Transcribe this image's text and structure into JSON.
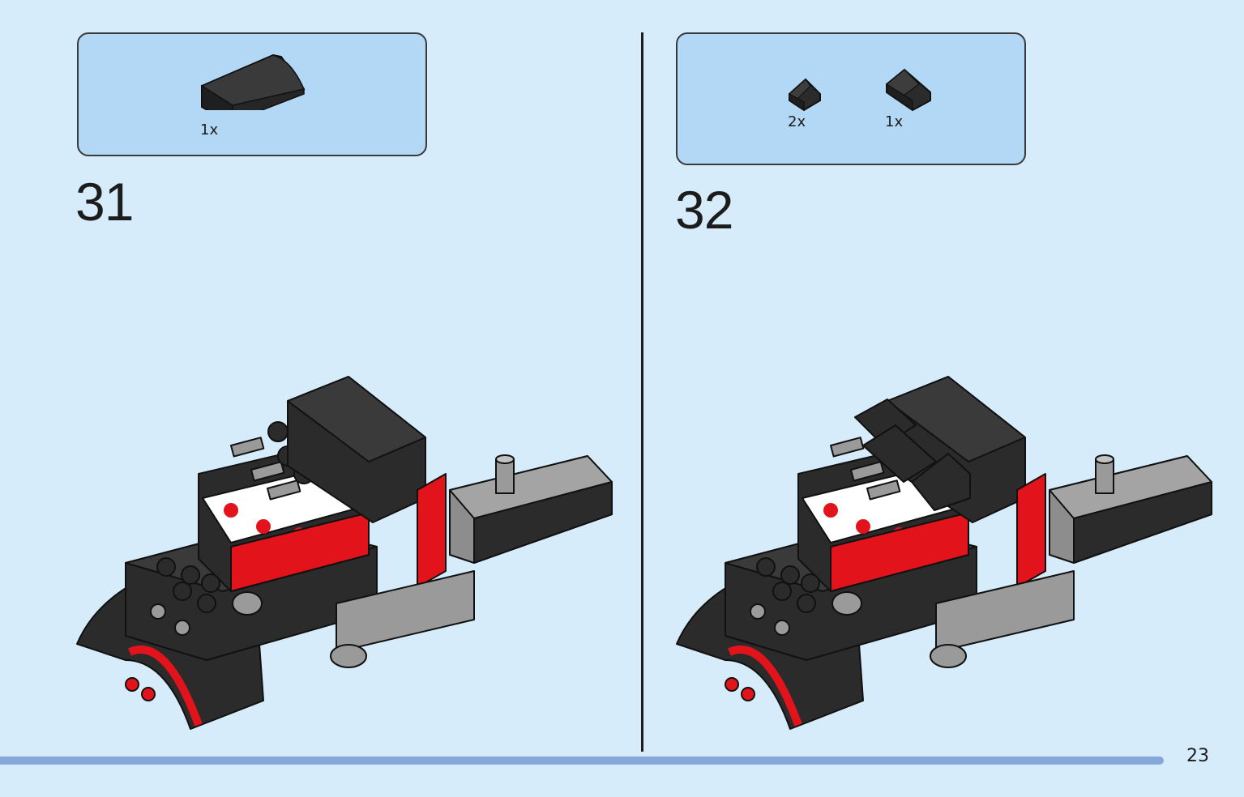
{
  "steps": [
    {
      "number": "31",
      "parts": [
        {
          "qty": "1x",
          "icon": "black-curved-slope-2x4-icon",
          "color": "#2b2b2b"
        }
      ]
    },
    {
      "number": "32",
      "parts": [
        {
          "qty": "2x",
          "icon": "black-slope-1x1-icon",
          "color": "#2b2b2b"
        },
        {
          "qty": "1x",
          "icon": "black-slope-1x2-icon",
          "color": "#2b2b2b"
        }
      ]
    }
  ],
  "page_number": "23",
  "colors": {
    "background": "#d6ecfb",
    "parts_box": "#b3d8f5",
    "progress_bar": "#86a8d9",
    "brick_black": "#2b2b2b",
    "brick_red": "#e3131b",
    "brick_grey": "#9a9a9a"
  }
}
